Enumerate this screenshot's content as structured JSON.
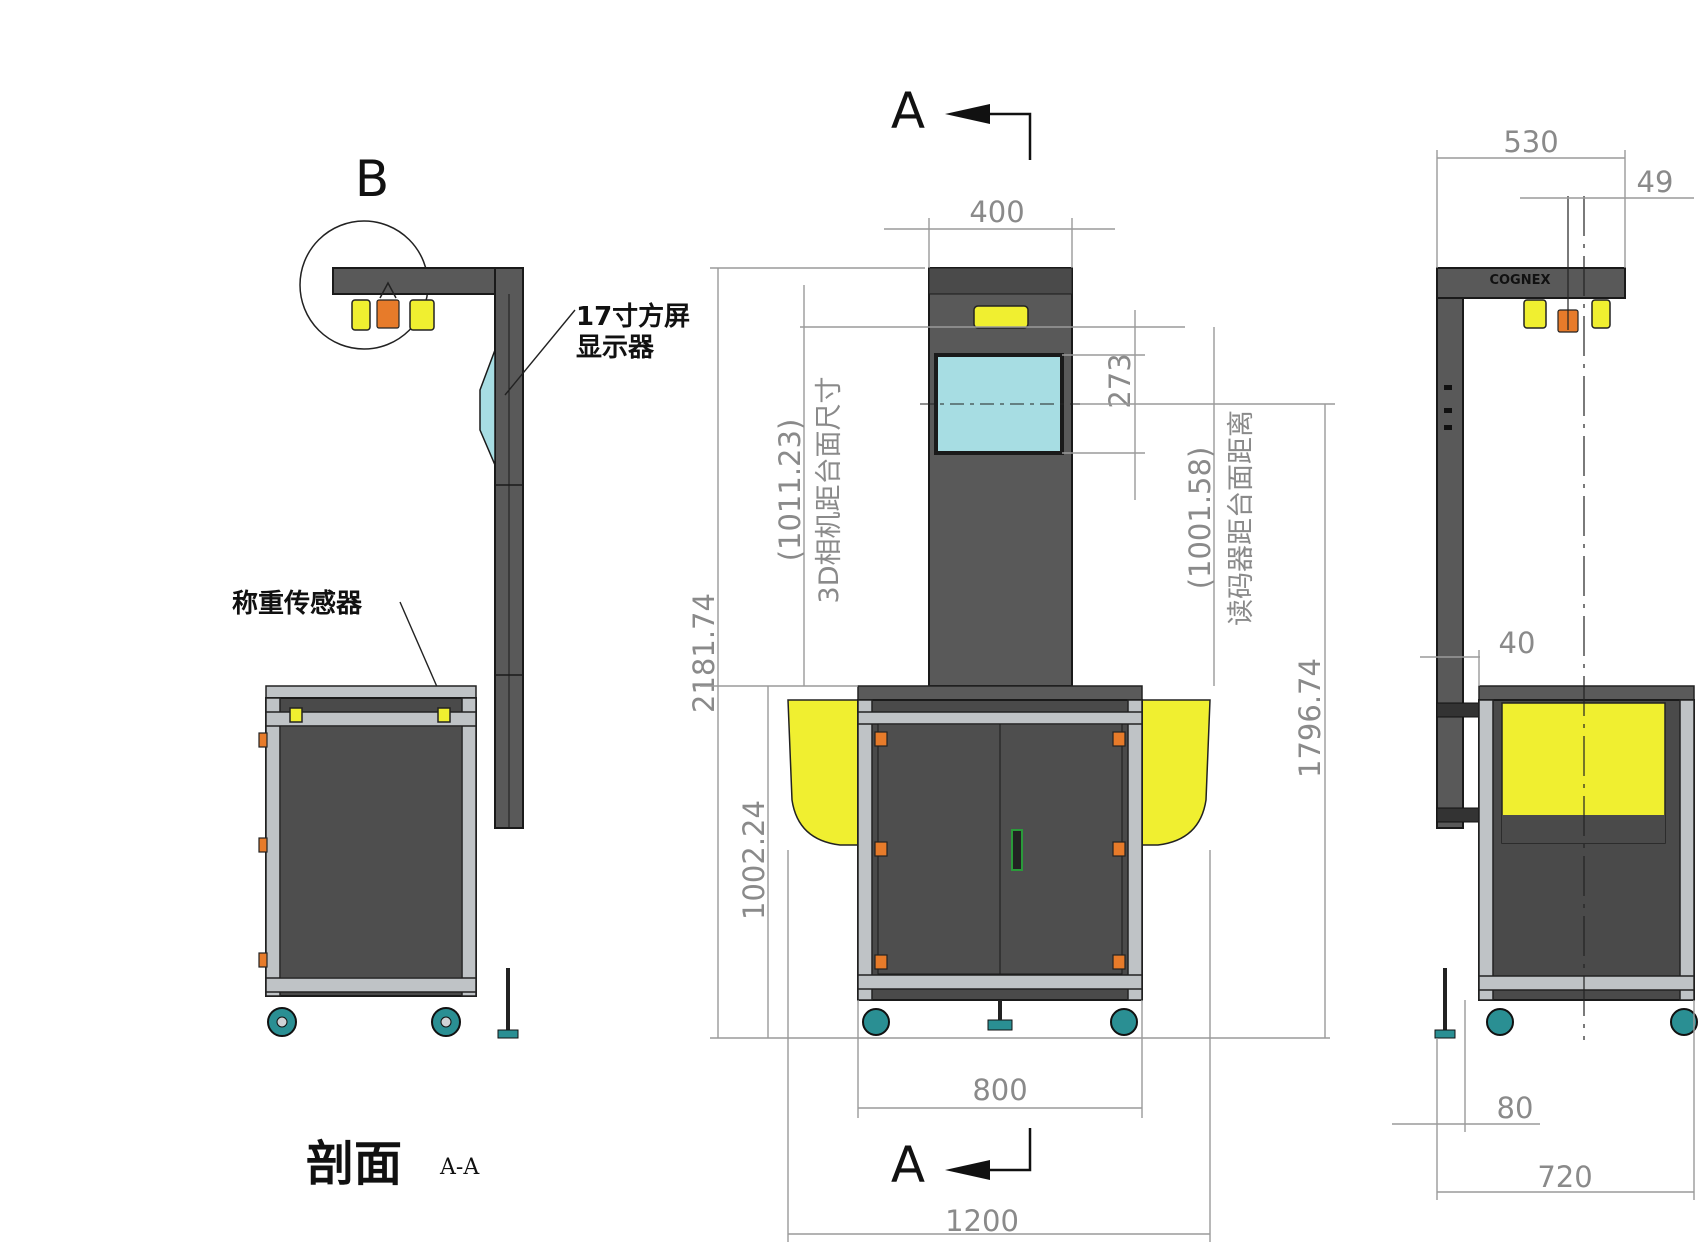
{
  "section_markers": {
    "top": "A",
    "bottom": "A",
    "detail": "B"
  },
  "callouts": {
    "screen": [
      "17寸方屏",
      "显示器"
    ],
    "load_cell": "称重传感器"
  },
  "section_title": {
    "main": "剖面",
    "sub": "A-A"
  },
  "dimensions": {
    "front_top_width": "400",
    "total_height": "2181.74",
    "camera_height": "(1011.23)",
    "camera_label": "3D相机距台面尺寸",
    "screen_height": "273",
    "reader_height": "(1001.58)",
    "reader_label": "读码器距台面距离",
    "screen_center_height": "1796.74",
    "table_height": "1002.24",
    "cabinet_width": "800",
    "overall_width": "1200",
    "side_top_width": "530",
    "side_offset": "49",
    "column_width": "40",
    "base_offset": "80",
    "side_depth": "720"
  },
  "brand": {
    "side_logo": "COGNEX"
  },
  "colors": {
    "frame": "#595959",
    "cabinet": "#4a4a4a",
    "table_wings": "#f0ef30",
    "screen": "#a7dde3",
    "scanner_accent": "#e77b2a",
    "casters": "#2a8f93",
    "dimension_lines": "#9a9a9a"
  }
}
